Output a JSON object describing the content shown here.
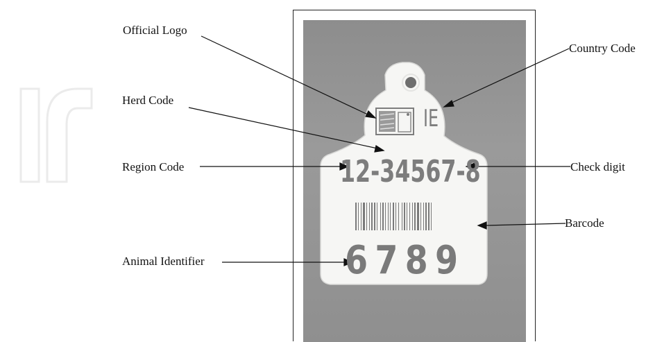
{
  "labels": {
    "official_logo": "Official Logo",
    "country_code": "Country Code",
    "herd_code": "Herd Code",
    "region_code": "Region Code",
    "check_digit": "Check digit",
    "barcode": "Barcode",
    "animal_identifier": "Animal Identifier"
  },
  "tag": {
    "country": "IE",
    "herd_number": "12-34567-8",
    "animal_number": "6789"
  },
  "colors": {
    "photo_background": "#8f8f8f",
    "tag_body": "#f6f6f4",
    "printed_text": "#7d7d7d",
    "watermark": "#eeeeee"
  }
}
